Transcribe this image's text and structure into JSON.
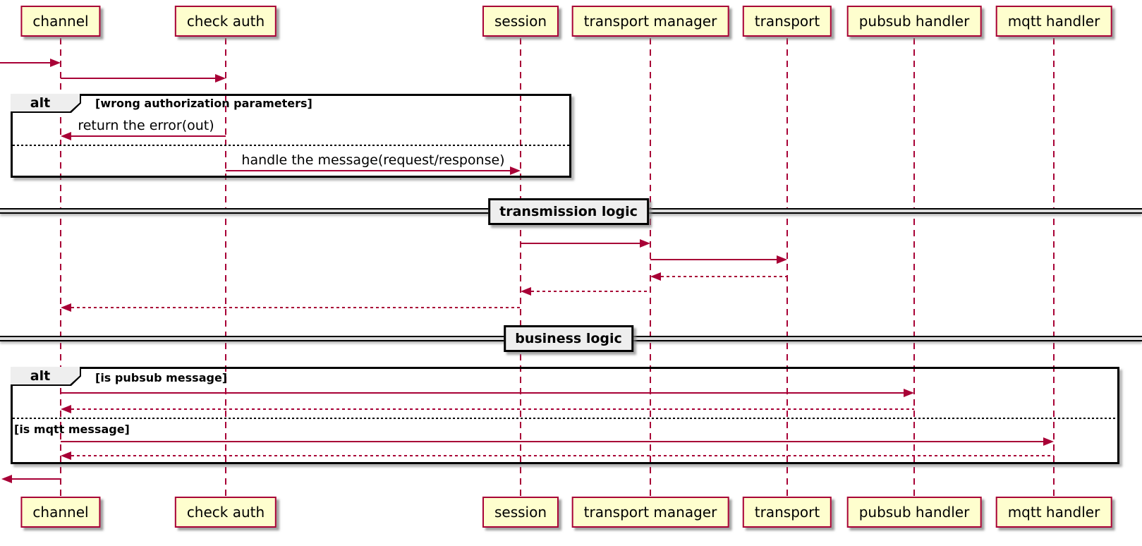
{
  "colors": {
    "accent": "#A80036",
    "participant_fill": "#FEFECE",
    "frame_border": "#000000",
    "fragment_header_fill": "#EEEEEE",
    "background": "#FFFFFF"
  },
  "participants": [
    {
      "id": "channel",
      "label": "channel"
    },
    {
      "id": "check-auth",
      "label": "check auth"
    },
    {
      "id": "session",
      "label": "session"
    },
    {
      "id": "transport-manager",
      "label": "transport manager"
    },
    {
      "id": "transport",
      "label": "transport"
    },
    {
      "id": "pubsub-handler",
      "label": "pubsub handler"
    },
    {
      "id": "mqtt-handler",
      "label": "mqtt handler"
    }
  ],
  "frames": [
    {
      "keyword": "alt",
      "conditions": [
        "[wrong authorization parameters]"
      ]
    },
    {
      "keyword": "alt",
      "conditions": [
        "[is pubsub message]",
        "[is mqtt message]"
      ]
    }
  ],
  "dividers": [
    {
      "label": "transmission logic"
    },
    {
      "label": "business logic"
    }
  ],
  "messages": [
    {
      "from": "outside",
      "to": "channel",
      "style": "solid",
      "label": ""
    },
    {
      "from": "channel",
      "to": "check auth",
      "style": "solid",
      "label": ""
    },
    {
      "from": "check auth",
      "to": "channel",
      "style": "solid",
      "label": "return the error(out)"
    },
    {
      "from": "check auth",
      "to": "session",
      "style": "solid",
      "label": "handle the message(request/response)"
    },
    {
      "from": "session",
      "to": "transport manager",
      "style": "solid",
      "label": ""
    },
    {
      "from": "transport manager",
      "to": "transport",
      "style": "solid",
      "label": ""
    },
    {
      "from": "transport",
      "to": "transport manager",
      "style": "dotted",
      "label": ""
    },
    {
      "from": "transport manager",
      "to": "session",
      "style": "dotted",
      "label": ""
    },
    {
      "from": "session",
      "to": "channel",
      "style": "dotted",
      "label": ""
    },
    {
      "from": "channel",
      "to": "pubsub handler",
      "style": "solid",
      "label": ""
    },
    {
      "from": "pubsub handler",
      "to": "channel",
      "style": "dotted",
      "label": ""
    },
    {
      "from": "channel",
      "to": "mqtt handler",
      "style": "solid",
      "label": ""
    },
    {
      "from": "mqtt handler",
      "to": "channel",
      "style": "dotted",
      "label": ""
    },
    {
      "from": "channel",
      "to": "outside",
      "style": "solid",
      "label": ""
    }
  ]
}
